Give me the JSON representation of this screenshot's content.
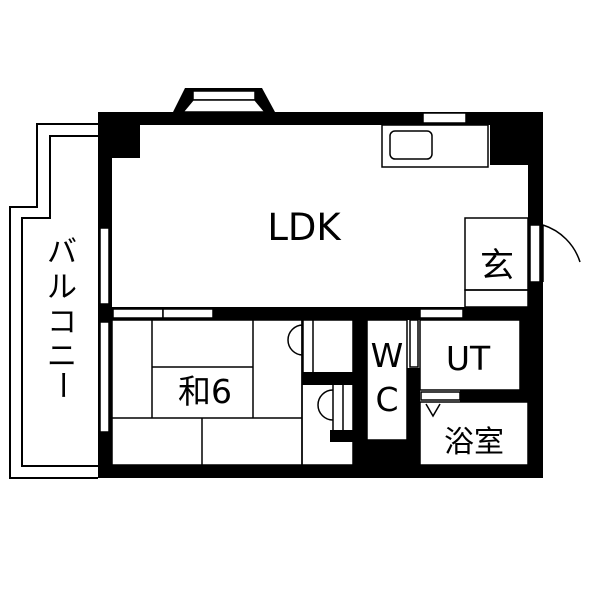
{
  "floorplan": {
    "rooms": {
      "ldk": "LDK",
      "entrance": "玄",
      "japanese_room": "和6",
      "wc_top": "W",
      "wc_bottom": "C",
      "utility": "UT",
      "bathroom": "浴室",
      "balcony": [
        "バ",
        "ル",
        "コ",
        "ニ",
        "ー"
      ]
    },
    "colors": {
      "wall": "#000000",
      "background": "#ffffff"
    }
  }
}
